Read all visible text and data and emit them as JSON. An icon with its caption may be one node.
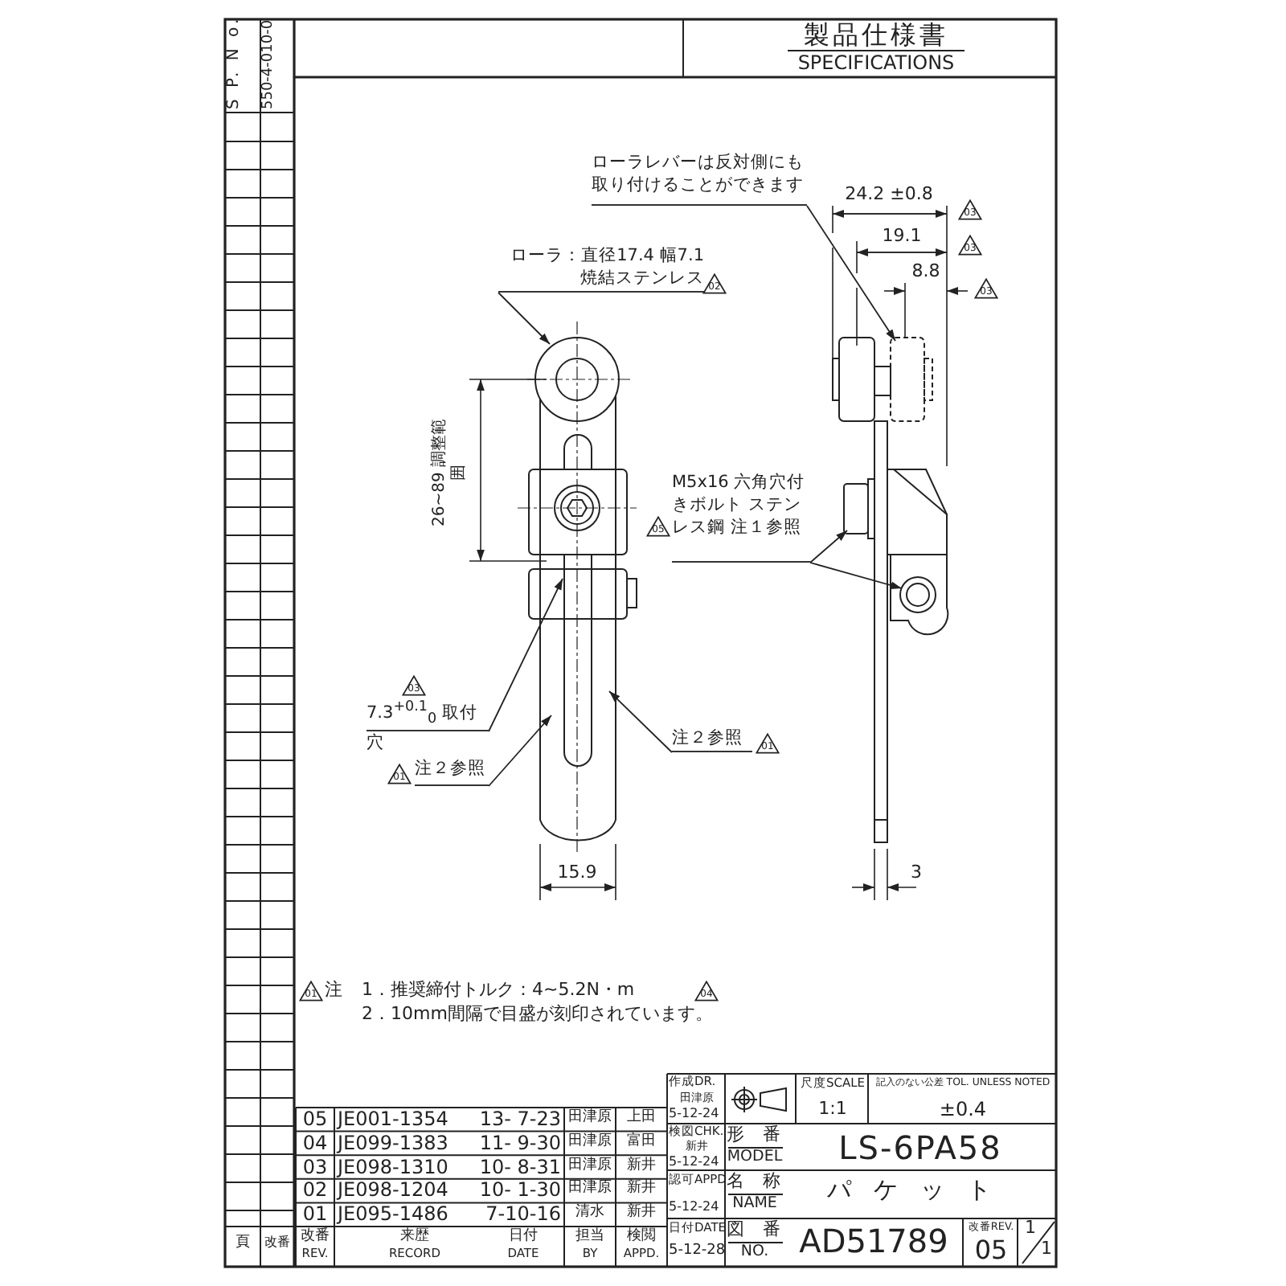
{
  "diagram": {
    "title": "製品仕様書",
    "nodes": [
      {
        "text": [
          "ローラレバーは反対側にも取り付けることができます"
        ]
      },
      {
        "text": [
          "ローラ：直径17.4 幅7.1 焼結ステンレス"
        ]
      },
      {
        "text": [
          "M5x16 六角穴付きボルト ステンレス鋼 注１参照"
        ]
      },
      {
        "text": [
          "7.3$^{+0.1}$$_{0}$ 取付穴"
        ]
      },
      {
        "text": [
          "注２参照"
        ]
      },
      {
        "text": [
          "注２参照"
        ]
      },
      {
        "text": [],
        "shape": "picture"
      },
      {
        "text": [],
        "shape": "picture"
      }
    ],
    "edges": [
      {
        "from": 0,
        "to": 7,
        "arrow": "to"
      },
      {
        "from": 1,
        "to": 6,
        "arrow": "to"
      },
      {
        "from": 2,
        "to": 7,
        "arrow": "to"
      },
      {
        "from": 2,
        "to": 7,
        "arrow": "to"
      },
      {
        "from": 3,
        "to": 6,
        "arrow": "to"
      },
      {
        "from": 4,
        "to": 6,
        "arrow": "to"
      },
      {
        "from": 5,
        "to": 6,
        "arrow": "to"
      }
    ],
    "labels": [
      "S P. N o.",
      "550-4-010-0",
      "SPECIFICATIONS",
      "24.2 ±0.8",
      "03",
      "19.1",
      "03",
      "8.8",
      "03",
      "02",
      "26~89 調整範囲",
      "05",
      "03",
      "01",
      "01",
      "15.9",
      "3",
      "01",
      "注",
      "1．推奨締付トルク：4~5.2N・m",
      "04",
      "2．10mm間隔で目盛が刻印されています。",
      "05",
      "JE001-1354",
      "13- 7-23",
      "田津原",
      "上田",
      "04",
      "JE099-1383",
      "11- 9-30",
      "田津原",
      "富田",
      "03",
      "JE098-1310",
      "10- 8-31",
      "田津原",
      "新井",
      "02",
      "JE098-1204",
      "10- 1-30",
      "田津原",
      "新井",
      "01",
      "JE095-1486",
      "7-10-16",
      "清水",
      "新井",
      "頁",
      "改番",
      "改番",
      "REV.",
      "来歴",
      "RECORD",
      "日付",
      "DATE",
      "担当",
      "BY",
      "検閲",
      "APPD.",
      "作成DR.",
      "田津原",
      "5-12-24",
      "尺度SCALE",
      "1:1",
      "記入のない公差 TOL. UNLESS NOTED",
      "±0.4",
      "検図CHK.",
      "新井",
      "5-12-24",
      "形 番",
      "MODEL",
      "LS-6PA58",
      "認可APPD",
      "5-12-24",
      "名 称",
      "NAME",
      "パケット",
      "日付DATE",
      "5-12-28",
      "図 番",
      "NO.",
      "AD51789",
      "改番REV.",
      "05",
      "1",
      "1"
    ]
  }
}
